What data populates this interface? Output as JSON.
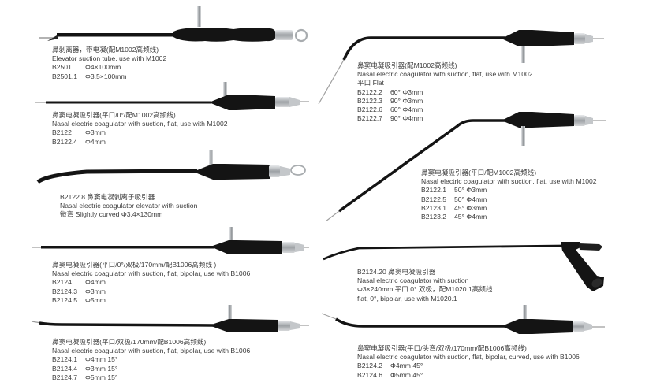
{
  "products": [
    {
      "id": "elevator-suction-tube",
      "lines": [
        "鼻剥离器，带电凝(配M1002高频线)",
        "Elevator suction tube, use with M1002"
      ],
      "variants": [
        {
          "code": "B2501",
          "spec": "Φ4×100mm"
        },
        {
          "code": "B2501.1",
          "spec": "Φ3.5×100mm"
        }
      ]
    },
    {
      "id": "nasal-coagulator-flat-0",
      "lines": [
        "鼻窦电凝吸引器(平口/0°/配M1002高频线)",
        "Nasal electric coagulator with suction, flat, use with M1002"
      ],
      "variants": [
        {
          "code": "B2122",
          "spec": "Φ3mm"
        },
        {
          "code": "B2122.4",
          "spec": "Φ4mm"
        }
      ]
    },
    {
      "id": "nasal-coagulator-elevator",
      "lines": [
        "B2122.8 鼻窦电凝剥离子吸引器",
        "Nasal electric coagulator elevator with suction",
        "微弯 Slightly curved  Φ3.4×130mm"
      ],
      "variants": []
    },
    {
      "id": "nasal-coagulator-bipolar-0",
      "lines": [
        "鼻窦电凝吸引器(平口/0°/双极/170mm/配B1006高频线 )",
        "Nasal electric coagulator with suction, flat, bipolar, use with B1006"
      ],
      "variants": [
        {
          "code": "B2124",
          "spec": "Φ4mm"
        },
        {
          "code": "B2124.3",
          "spec": "Φ3mm"
        },
        {
          "code": "B2124.5",
          "spec": "Φ5mm"
        }
      ]
    },
    {
      "id": "nasal-coagulator-bipolar-15",
      "lines": [
        "鼻窦电凝吸引器(平口/双极/170mm/配B1006高频线)",
        "Nasal electric coagulator with suction, flat, bipolar, use with B1006"
      ],
      "variants": [
        {
          "code": "B2124.1",
          "spec": "Φ4mm  15°"
        },
        {
          "code": "B2124.4",
          "spec": "Φ3mm  15°"
        },
        {
          "code": "B2124.7",
          "spec": "Φ5mm  15°"
        }
      ]
    },
    {
      "id": "nasal-coagulator-angled-60-90",
      "lines": [
        "鼻窦电凝吸引器(配M1002高频线)",
        "Nasal electric coagulator with suction, flat, use with M1002",
        "平口 Flat"
      ],
      "variants": [
        {
          "code": "B2122.2",
          "spec": "60°  Φ3mm"
        },
        {
          "code": "B2122.3",
          "spec": "90°  Φ3mm"
        },
        {
          "code": "B2122.6",
          "spec": "60°  Φ4mm"
        },
        {
          "code": "B2122.7",
          "spec": "90°  Φ4mm"
        }
      ]
    },
    {
      "id": "nasal-coagulator-angled-45-50",
      "lines": [
        "鼻窦电凝吸引器(平口/配M1002高频线)",
        "Nasal electric coagulator with suction, flat, use with M1002"
      ],
      "variants": [
        {
          "code": "B2122.1",
          "spec": "50° Φ3mm"
        },
        {
          "code": "B2122.5",
          "spec": "50° Φ4mm"
        },
        {
          "code": "B2123.1",
          "spec": "45° Φ3mm"
        },
        {
          "code": "B2123.2",
          "spec": "45° Φ4mm"
        }
      ]
    },
    {
      "id": "nasal-coagulator-pistol",
      "lines": [
        "B2124.20  鼻窦电凝吸引器",
        "Nasal electric coagulator with suction",
        "Φ3×240mm 平口 0° 双极，配M1020.1高频线",
        "flat, 0°, bipolar, use with M1020.1"
      ],
      "variants": []
    },
    {
      "id": "nasal-coagulator-curved-bipolar",
      "lines": [
        "鼻窦电凝吸引器(平口/头弯/双极/170mm/配B1006高频线)",
        "Nasal electric coagulator with suction, flat, bipolar, curved, use with B1006"
      ],
      "variants": [
        {
          "code": "B2124.2",
          "spec": "Φ4mm  45°"
        },
        {
          "code": "B2124.6",
          "spec": "Φ5mm  45°"
        }
      ]
    }
  ],
  "colors": {
    "instrument_body": "#141414",
    "metal": "#b9bcbf",
    "metal_dark": "#7d8185",
    "text": "#3c3c3c",
    "background": "#ffffff"
  }
}
